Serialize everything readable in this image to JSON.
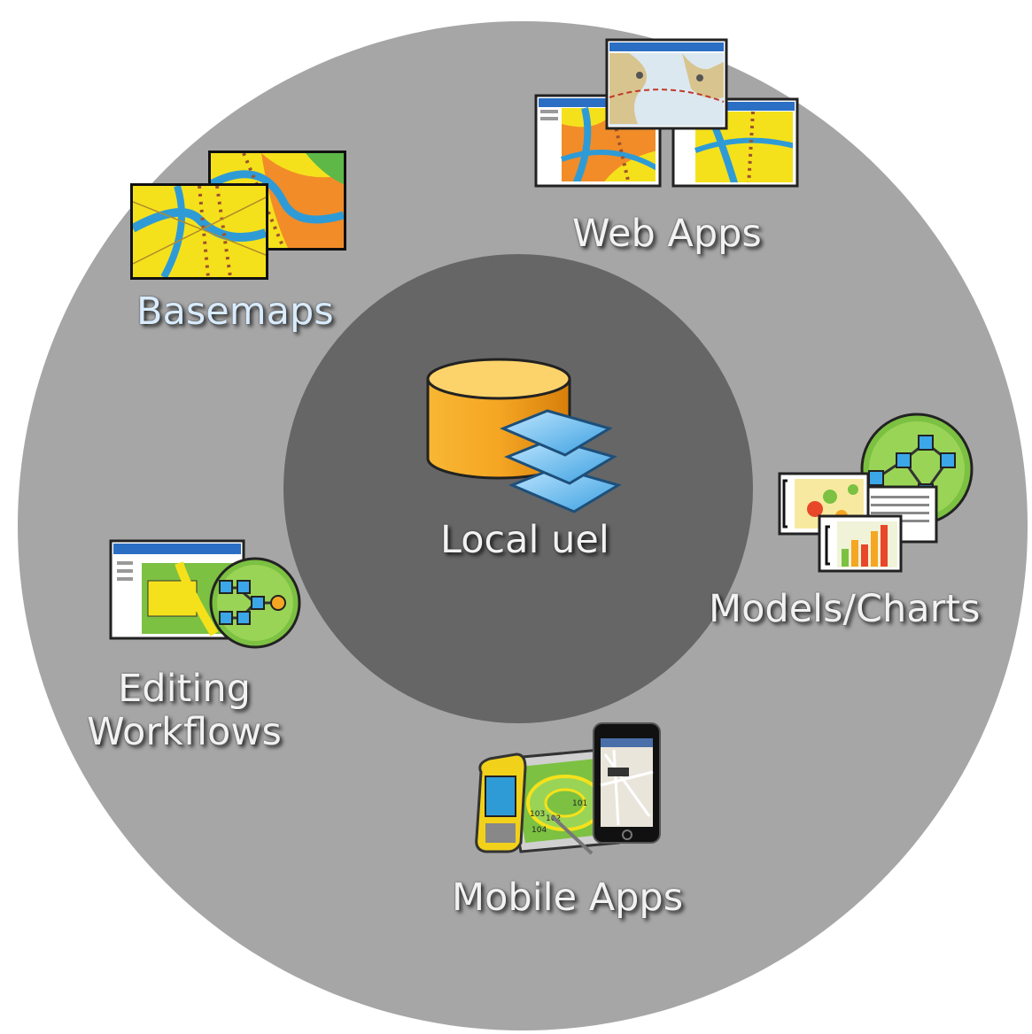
{
  "diagram": {
    "center_label": "Local uel",
    "nodes": {
      "basemaps": "Basemaps",
      "web_apps": "Web Apps",
      "models_charts": "Models/Charts",
      "mobile_apps": "Mobile Apps",
      "editing_workflows_line1": "Editing",
      "editing_workflows_line2": "Workflows"
    },
    "mobile_map_labels": [
      "101",
      "102",
      "103",
      "104"
    ],
    "colors": {
      "outer_ring": "#a6a6a6",
      "inner_circle": "#666666",
      "label_text": "#f2f2f2",
      "map_yellow": "#f5e11b",
      "map_water": "#2f9bd6",
      "database_orange": "#f5a623",
      "layers_blue": "#6ec1f0",
      "node_green": "#7cc142"
    }
  }
}
